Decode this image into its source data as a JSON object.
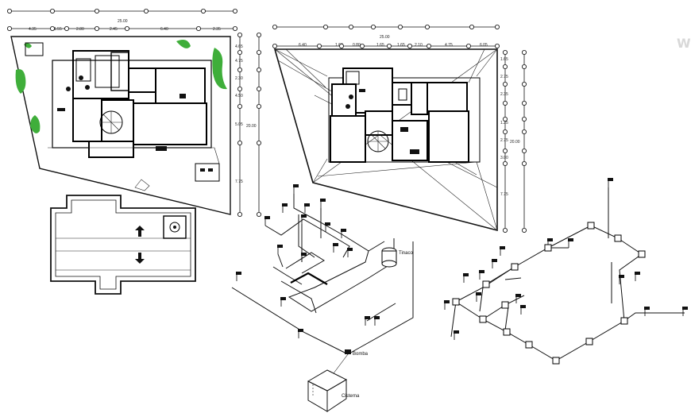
{
  "watermark": "W",
  "plan_left": {
    "top_total": "25.00",
    "top_dims": [
      "4.35",
      "1.55",
      "2.80",
      "2.45",
      "6.40",
      "2.35"
    ],
    "right_dims": [
      "4.65",
      "4.75",
      "2.30",
      "4.50",
      "5.05",
      "7.75"
    ],
    "right_total": "20.00"
  },
  "plan_right": {
    "top_total": "25.00",
    "top_dims": [
      "6.40",
      "1.60",
      "0.80",
      "1.65",
      "1.65",
      "2.10",
      "4.75",
      "6.05"
    ],
    "right_dims": [
      "1.65",
      "2.75",
      "2.35",
      "1.25",
      "2.75",
      "3.00",
      "7.75"
    ],
    "right_total": "20.00"
  },
  "isometric_labels": {
    "tinaco": "Tinaco",
    "bomba": "Bomba",
    "cisterna": "Cisterna"
  }
}
